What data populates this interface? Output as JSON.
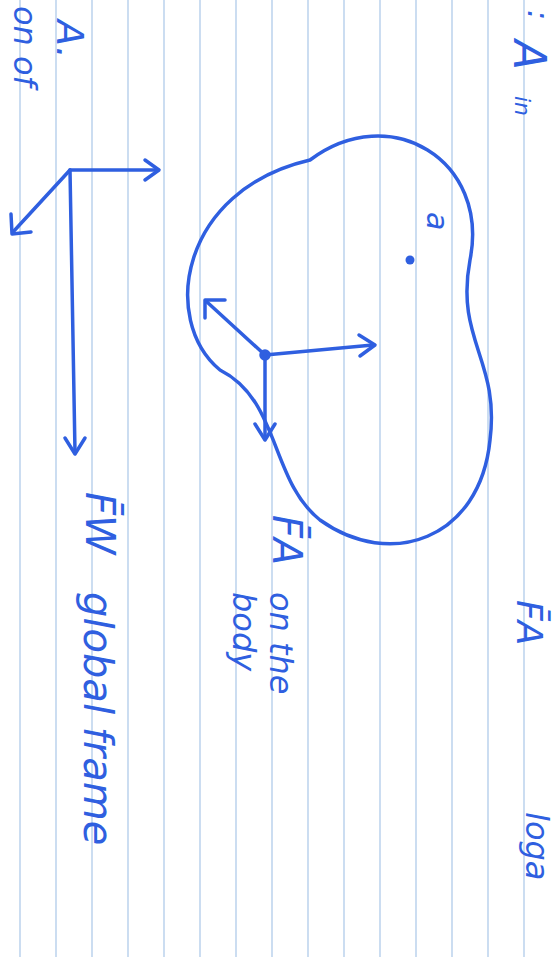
{
  "diagram": {
    "nodes": [
      {
        "text": [
          "a"
        ]
      }
    ],
    "labels": [
      ":",
      "A",
      "in",
      "on of",
      "A.",
      "F̄A",
      "F̄A",
      "on the body",
      "F̄W",
      "global frame",
      "loga"
    ]
  }
}
